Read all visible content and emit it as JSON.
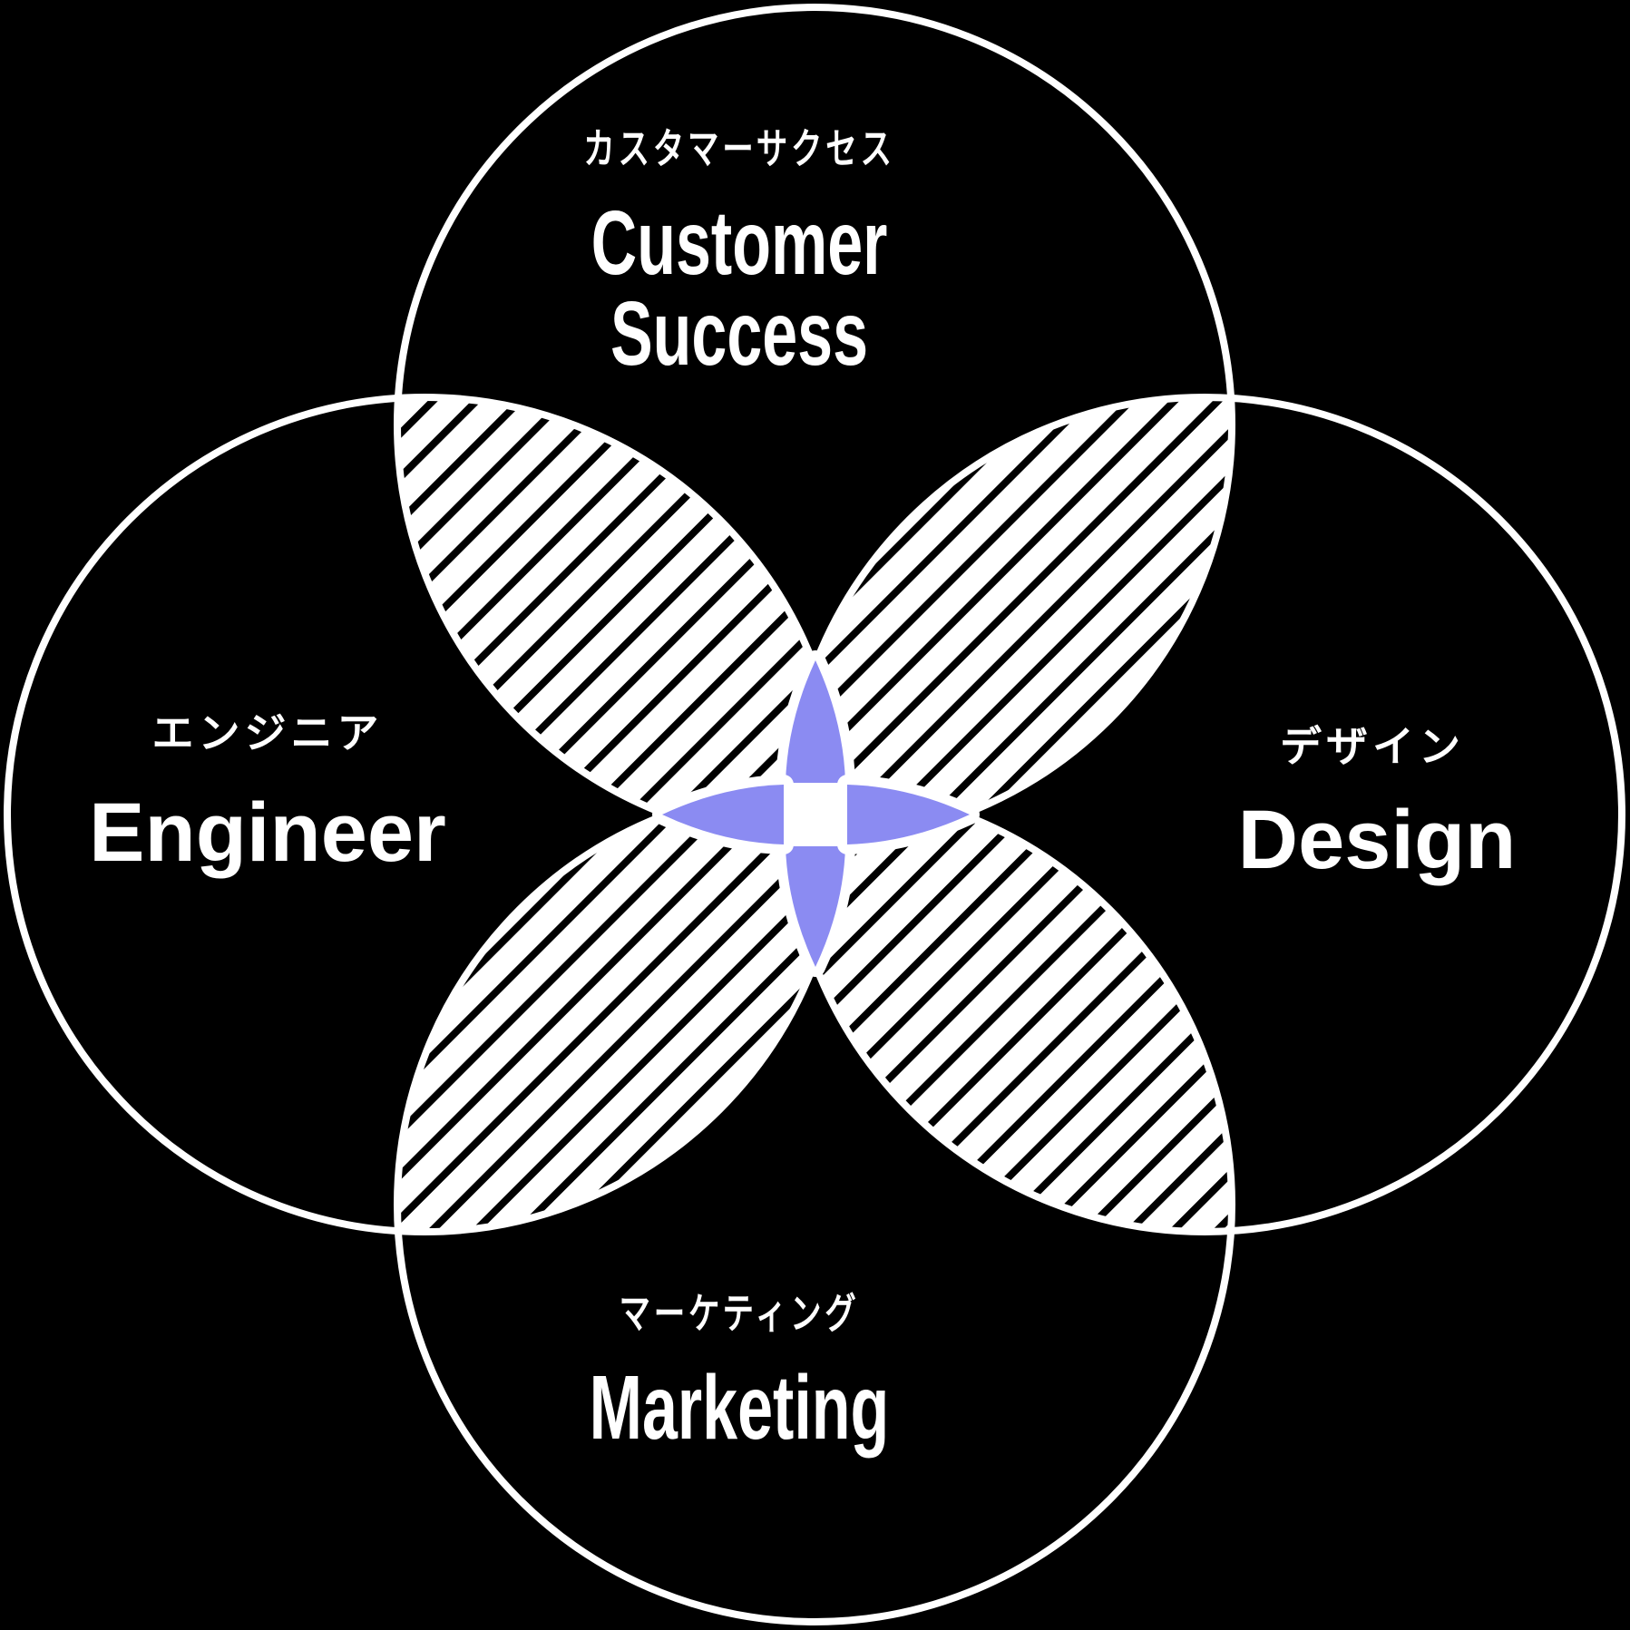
{
  "colors": {
    "background": "#000000",
    "line": "#ffffff",
    "text": "#ffffff",
    "accent": "#8b8bf2",
    "hatch_line": "#000000",
    "hatch_background": "#ffffff"
  },
  "diagram": {
    "type": "venn-4-circles",
    "description_of_overlaps": "hatched",
    "center_icon": "four-petal-star"
  },
  "labels": {
    "top": {
      "jp": "カスタマーサクセス",
      "en_line1": "Customer",
      "en_line2": "Success"
    },
    "left": {
      "jp": "エンジニア",
      "en": "Engineer"
    },
    "right": {
      "jp": "デザイン",
      "en": "Design"
    },
    "bottom": {
      "jp": "マーケティング",
      "en": "Marketing"
    }
  }
}
